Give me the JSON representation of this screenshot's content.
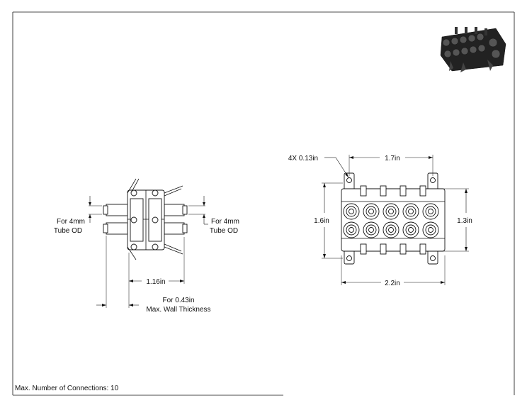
{
  "side_view": {
    "left_label_line1": "For 4mm",
    "left_label_line2": "Tube OD",
    "right_label_line1": "For 4mm",
    "right_label_line2": "Tube OD",
    "width_dim": "1.16in",
    "wall_label_line1": "For 0.43in",
    "wall_label_line2": "Max. Wall Thickness"
  },
  "front_view": {
    "hole_dim": "4X 0.13in",
    "hole_spacing_dim": "1.7in",
    "overall_height_dim": "1.6in",
    "hole_height_dim": "1.3in",
    "overall_width_dim": "2.2in"
  },
  "footer": {
    "connections_note": "Max. Number of Connections: 10"
  },
  "icons": {
    "iso_preview": "isometric-manifold-render"
  }
}
